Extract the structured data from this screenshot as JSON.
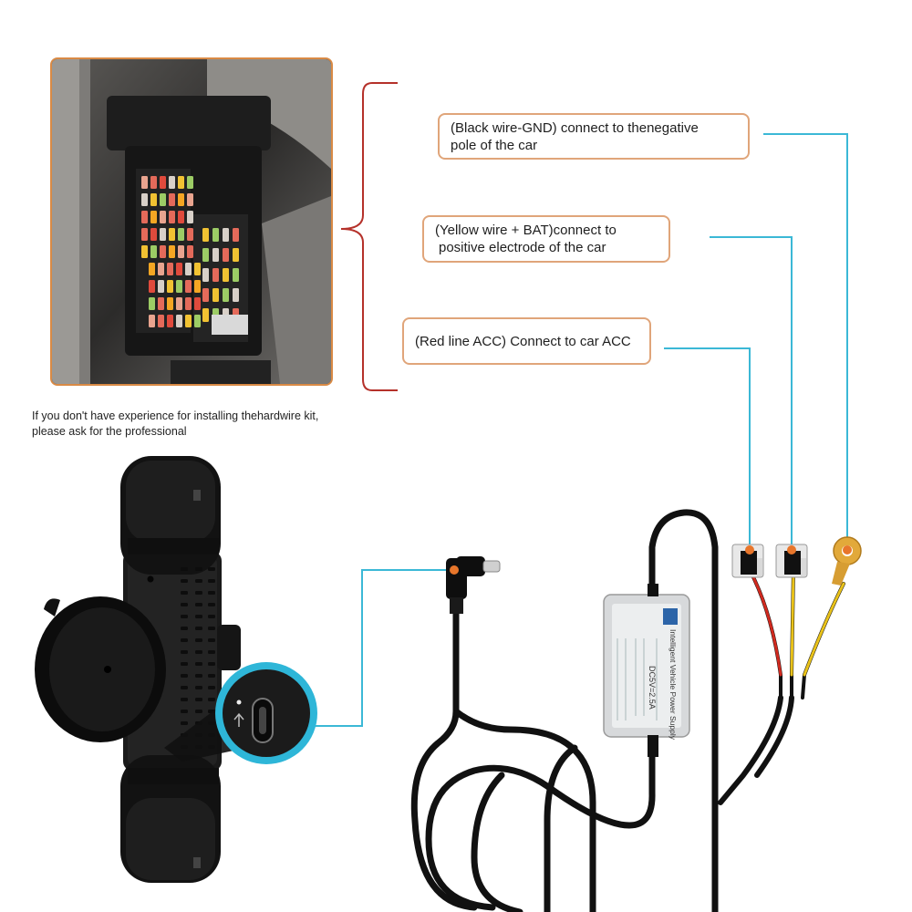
{
  "callouts": {
    "gnd": {
      "line1": "(Black wire-GND) connect to thenegative",
      "line2": "pole of the car"
    },
    "bat": {
      "line1": "(Yellow wire + BAT)connect to",
      "line2": "positive electrode of the car"
    },
    "acc": {
      "line1": "(Red line ACC) Connect to car ACC"
    }
  },
  "note": {
    "line1": "If you don't have experience for installing thehardwire kit,",
    "line2": "please ask for the professional"
  },
  "module_label": {
    "title": "Intelligent Vehicle Power Supply",
    "output": "DC5V=2.5A"
  },
  "colors": {
    "bracket": "#b5312a",
    "callout_border": "#e0a57a",
    "leader_line": "#3bb8d6",
    "dot": "#e8762b",
    "cable": "#111111",
    "wire_red": "#d12a1f",
    "wire_yellow": "#e9c21a"
  },
  "icons": [
    "fuse-box-photo",
    "dashcam-icon",
    "usb-c-port-icon",
    "fuse-tap-icon",
    "ring-terminal-icon",
    "power-module-icon"
  ]
}
